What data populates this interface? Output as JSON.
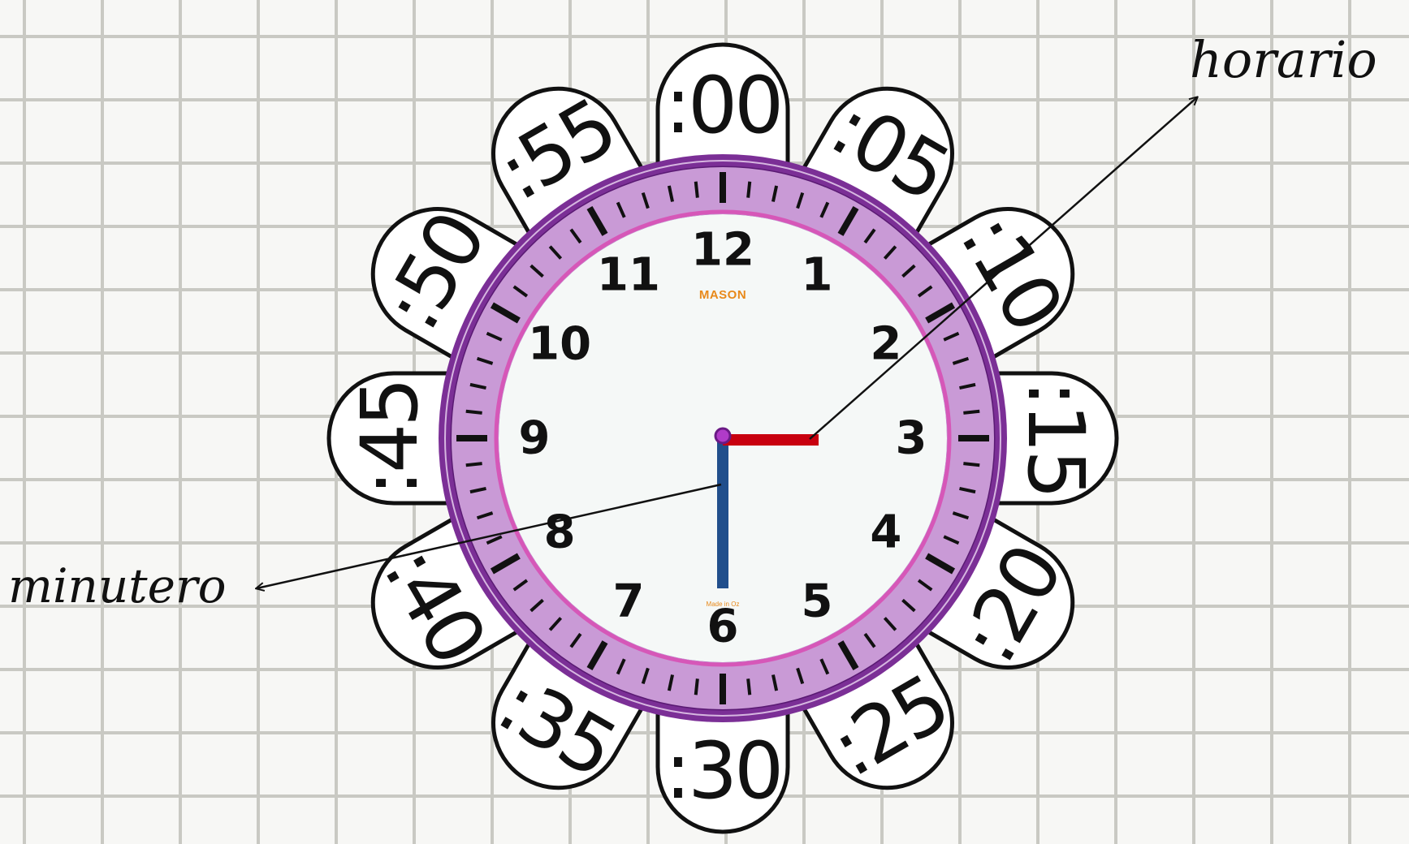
{
  "labels": {
    "hour_hand": "horario",
    "minute_hand": "minutero"
  },
  "clock": {
    "brand": "MASON",
    "footer": "Made in Oz",
    "hour_numbers": [
      "1",
      "2",
      "3",
      "4",
      "5",
      "6",
      "7",
      "8",
      "9",
      "10",
      "11",
      "12"
    ],
    "minute_petals": [
      ":00",
      ":05",
      ":10",
      ":15",
      ":20",
      ":25",
      ":30",
      ":35",
      ":40",
      ":45",
      ":50",
      ":55"
    ],
    "hour_hand_direction": "3",
    "minute_hand_direction": ":30"
  },
  "colors": {
    "background": "#f7f7f5",
    "grid_lines": "#c9c9c3",
    "bezel": "#7b2f96",
    "bezel_ring": "#c99ad6",
    "inner_rim": "#d657b8",
    "face": "#f5f8f7",
    "hour_hand": "#c8000f",
    "minute_hand": "#214f8c",
    "center": "#b03bc8",
    "brand": "#e8891a"
  }
}
